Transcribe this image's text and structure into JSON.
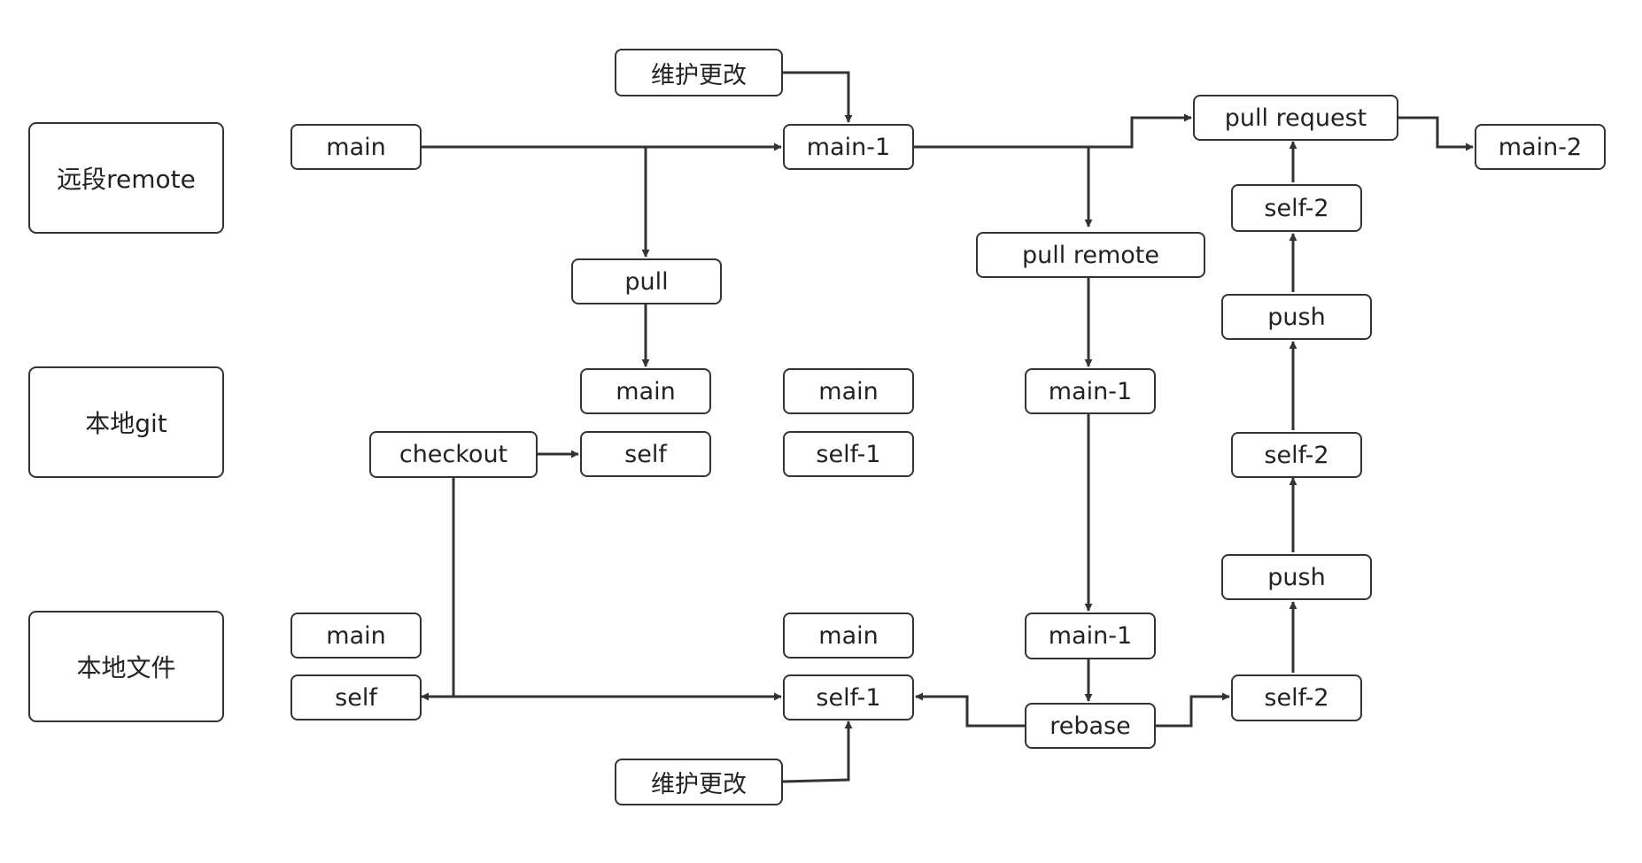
{
  "lanes": {
    "remote": "远段remote",
    "local_git": "本地git",
    "local_files": "本地文件"
  },
  "nodes": {
    "maintain_top": "维护更改",
    "remote_main": "main",
    "remote_main1": "main-1",
    "pull_request": "pull request",
    "remote_main2": "main-2",
    "self2_top": "self-2",
    "pull": "pull",
    "pull_remote": "pull remote",
    "push_upper": "push",
    "git_main_a": "main",
    "git_main_b": "main",
    "git_main1": "main-1",
    "checkout": "checkout",
    "git_self": "self",
    "git_self1": "self-1",
    "git_self2": "self-2",
    "push_lower": "push",
    "file_main_a": "main",
    "file_main_b": "main",
    "file_main1": "main-1",
    "file_self": "self",
    "file_self1": "self-1",
    "rebase": "rebase",
    "file_self2": "self-2",
    "maintain_bottom": "维护更改"
  }
}
